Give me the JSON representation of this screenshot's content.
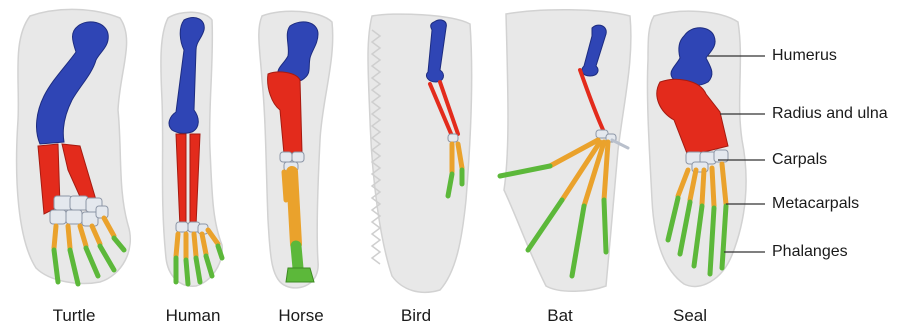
{
  "bone_colors": {
    "humerus": "#2f45b5",
    "radius_ulna": "#e32b1c",
    "carpals": "#e4e8ee",
    "metacarpals": "#eaa22c",
    "phalanges": "#5cb83a",
    "limb_outline": "#e8e8e8"
  },
  "animals": [
    {
      "id": "turtle",
      "name": "Turtle"
    },
    {
      "id": "human",
      "name": "Human"
    },
    {
      "id": "horse",
      "name": "Horse"
    },
    {
      "id": "bird",
      "name": "Bird"
    },
    {
      "id": "bat",
      "name": "Bat"
    },
    {
      "id": "seal",
      "name": "Seal"
    }
  ],
  "bone_labels": [
    {
      "id": "humerus",
      "text": "Humerus"
    },
    {
      "id": "radius_ulna",
      "text": "Radius and ulna"
    },
    {
      "id": "carpals",
      "text": "Carpals"
    },
    {
      "id": "metacarpals",
      "text": "Metacarpals"
    },
    {
      "id": "phalanges",
      "text": "Phalanges"
    }
  ]
}
